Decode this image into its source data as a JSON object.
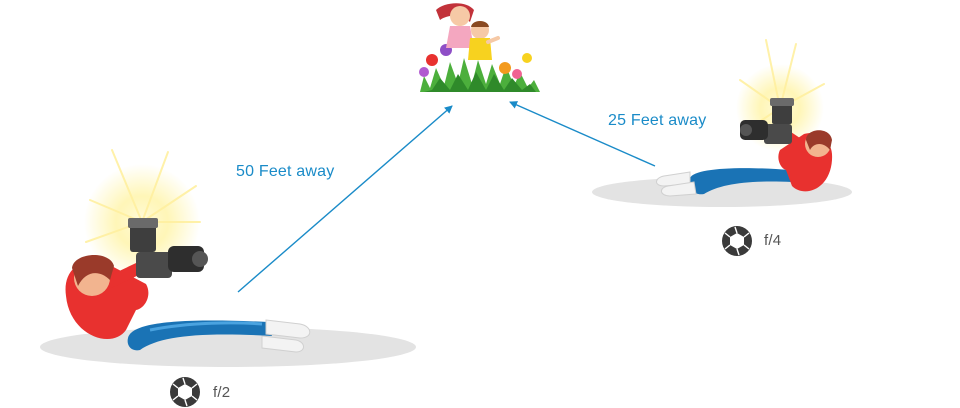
{
  "labels": {
    "left_distance": "50 Feet away",
    "right_distance": "25 Feet away",
    "left_aperture": "f/2",
    "right_aperture": "f/4"
  },
  "icons": {
    "aperture": "aperture-icon",
    "subject": "children-in-flowers",
    "photographer": "photographer-with-camera-flash"
  },
  "colors": {
    "arrow": "#1a8bc8",
    "shirt": "#e8312f",
    "jeans": "#1a73b5",
    "flash_glow": "#fff3a0",
    "shadow": "#e3e3e3",
    "icon": "#3a3a3a"
  }
}
